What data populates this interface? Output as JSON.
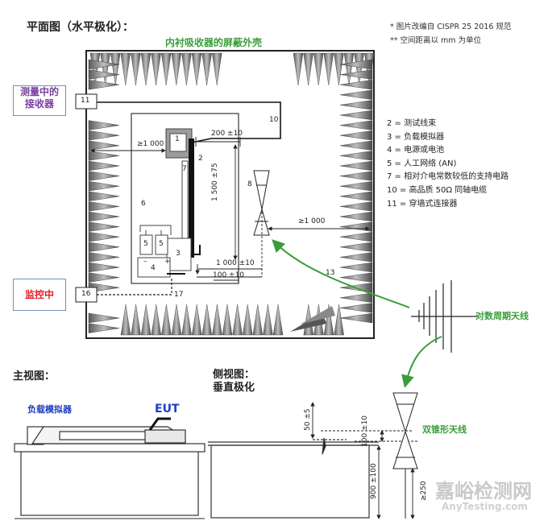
{
  "title_plan": "平面图（水平极化）：",
  "note_1": "* 图片改编自 CISPR 25 2016 规范",
  "note_2": "** 空间距离以 mm 为单位",
  "shield_label": "内衬吸收器的屏蔽外壳",
  "receiver_label": "测量中的\n接收器",
  "monitor_label": "监控中",
  "legend": [
    "2 = 测试线束",
    "3 = 负载模拟器",
    "4 = 电源或电池",
    "5 = 人工网络 (AN)",
    "7 = 相对介电常数较低的支持电路",
    "10 = 高品质 50Ω 同轴电缆",
    "11 = 穿墙式连接器"
  ],
  "numbers": {
    "n1": "1",
    "n2": "2",
    "n3": "3",
    "n4": "4",
    "n5a": "5",
    "n5b": "5",
    "n6": "6",
    "n7": "7",
    "n8": "8",
    "n10": "10",
    "n11": "11",
    "n13": "13",
    "n16": "16",
    "n17": "17",
    "plus": "+",
    "minus": "–"
  },
  "dims": {
    "d200": "200 ±10",
    "d1000a": "≥1 000",
    "d1500": "1 500 ±75",
    "d1000b": "≥1 000",
    "d1000c": "1 000 ±10",
    "d100": "100 ±10",
    "d50": "50 ±5",
    "d100v": "100 ±10",
    "d900": "900 ±100",
    "d250": "≥250"
  },
  "log_antenna_label": "对数周期天线",
  "front_view_title": "主视图：",
  "load_sim_label": "负载模拟器",
  "eut_label": "EUT",
  "side_view_title": "侧视图：\n垂直极化",
  "bicone_label": "双锥形天线",
  "watermark_cn": "嘉峪检测网",
  "watermark_en": "AnyTesting.com",
  "colors": {
    "green": "#3a9d3a",
    "receiver_text": "#7b3f9e",
    "monitor_text": "#e0202a",
    "eut_text": "#1f3fbf",
    "load_text": "#1f3fbf",
    "box_border": "#6f8fbf"
  }
}
